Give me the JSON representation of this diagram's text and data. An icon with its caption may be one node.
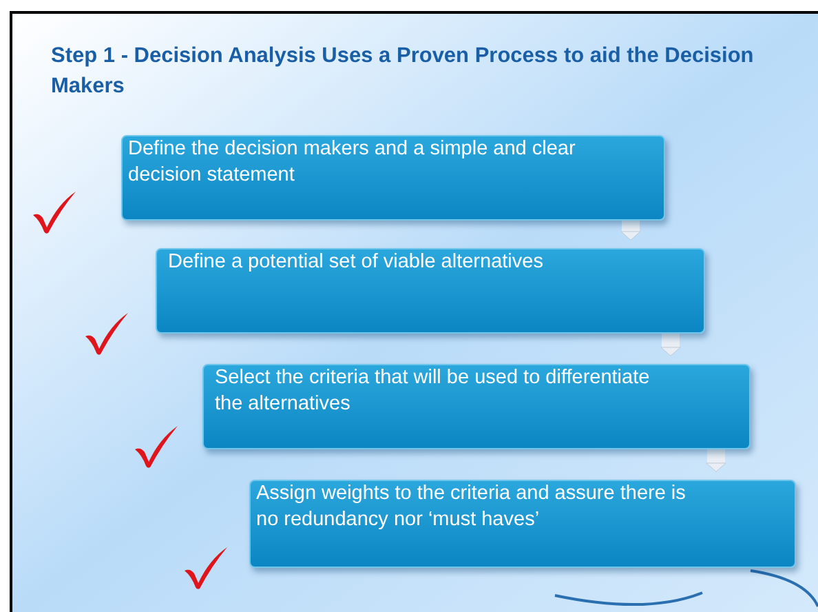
{
  "diagram": {
    "title": "Step 1 - Decision Analysis Uses a Proven Process to aid the Decision Makers",
    "nodes": [
      {
        "text": [
          "Define the decision makers and a simple and clear decision statement"
        ]
      },
      {
        "text": [
          "Define a potential set of viable alternatives"
        ]
      },
      {
        "text": [
          "Select the criteria that will be used to differentiate the alternatives"
        ]
      },
      {
        "text": [
          "Assign weights to the criteria and assure there is no redundancy nor ‘must haves’"
        ]
      }
    ],
    "edges": [
      {
        "from": 0,
        "to": 1,
        "arrow": "to"
      },
      {
        "from": 1,
        "to": 2,
        "arrow": "to"
      },
      {
        "from": 2,
        "to": 3,
        "arrow": "to"
      }
    ]
  }
}
